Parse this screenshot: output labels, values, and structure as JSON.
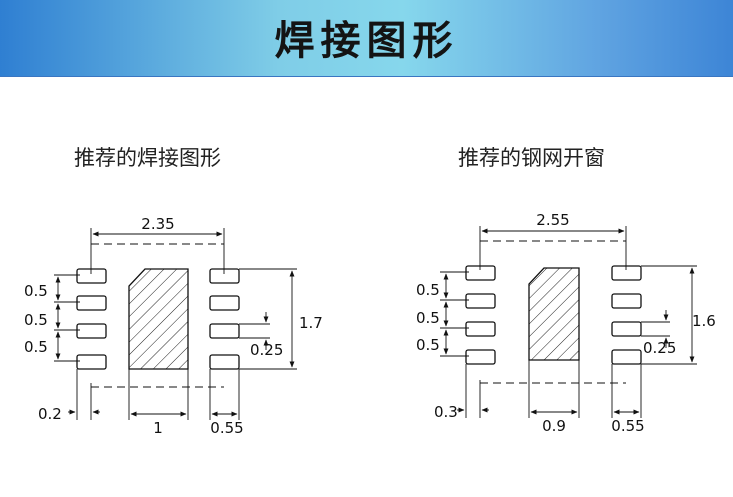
{
  "header": {
    "title": "焊接图形"
  },
  "panels": [
    {
      "title": "推荐的焊接图形",
      "dims": {
        "width_total": "2.35",
        "pitch_1": "0.5",
        "pitch_2": "0.5",
        "pitch_3": "0.5",
        "height_total": "1.7",
        "pad_gap": "0.25",
        "edge_offset": "0.2",
        "center_pad_width": "1",
        "pad_length": "0.55"
      }
    },
    {
      "title": "推荐的钢网开窗",
      "dims": {
        "width_total": "2.55",
        "pitch_1": "0.5",
        "pitch_2": "0.5",
        "pitch_3": "0.5",
        "height_total": "1.6",
        "pad_gap": "0.25",
        "edge_offset": "0.3",
        "center_pad_width": "0.9",
        "pad_length": "0.55"
      }
    }
  ],
  "colors": {
    "banner_left": "#2f7fd2",
    "banner_mid": "#86d7ec",
    "banner_right": "#3d85d6",
    "line": "#111111"
  }
}
